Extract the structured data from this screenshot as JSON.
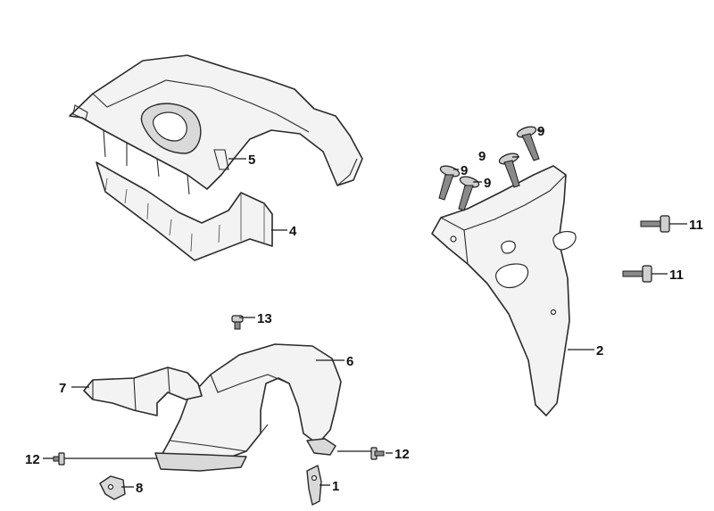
{
  "diagram": {
    "callouts": [
      {
        "id": "c5",
        "label": "5"
      },
      {
        "id": "c4",
        "label": "4"
      },
      {
        "id": "c9a",
        "label": "9"
      },
      {
        "id": "c9b",
        "label": "9"
      },
      {
        "id": "c9c",
        "label": "9"
      },
      {
        "id": "c9d",
        "label": "9"
      },
      {
        "id": "c11a",
        "label": "11"
      },
      {
        "id": "c11b",
        "label": "11"
      },
      {
        "id": "c2",
        "label": "2"
      },
      {
        "id": "c13",
        "label": "13"
      },
      {
        "id": "c6",
        "label": "6"
      },
      {
        "id": "c7",
        "label": "7"
      },
      {
        "id": "c12a",
        "label": "12"
      },
      {
        "id": "c12b",
        "label": "12"
      },
      {
        "id": "c8",
        "label": "8"
      },
      {
        "id": "c1",
        "label": "1"
      }
    ]
  }
}
